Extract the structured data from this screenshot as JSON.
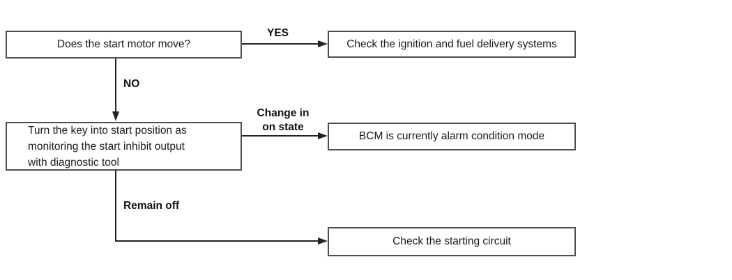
{
  "flowchart": {
    "nodes": {
      "start_motor_question": {
        "label": "Does the start motor move?"
      },
      "check_ignition": {
        "label": "Check the ignition and fuel delivery systems"
      },
      "turn_key": {
        "line1": "Turn the key into start position as",
        "line2": "monitoring the start inhibit output",
        "line3": "with diagnostic tool"
      },
      "bcm_alarm": {
        "label": "BCM is currently alarm condition mode"
      },
      "check_circuit": {
        "label": "Check the starting circuit"
      }
    },
    "edges": {
      "yes": {
        "label": "YES"
      },
      "no": {
        "label": "NO"
      },
      "change_in_on_state": {
        "line1": "Change in",
        "line2": "on state"
      },
      "remain_off": {
        "label": "Remain off"
      }
    },
    "colors": {
      "background": "#ffffff",
      "box_border": "#4f4f4f",
      "line": "#222222",
      "text": "#1a1a1a"
    }
  }
}
